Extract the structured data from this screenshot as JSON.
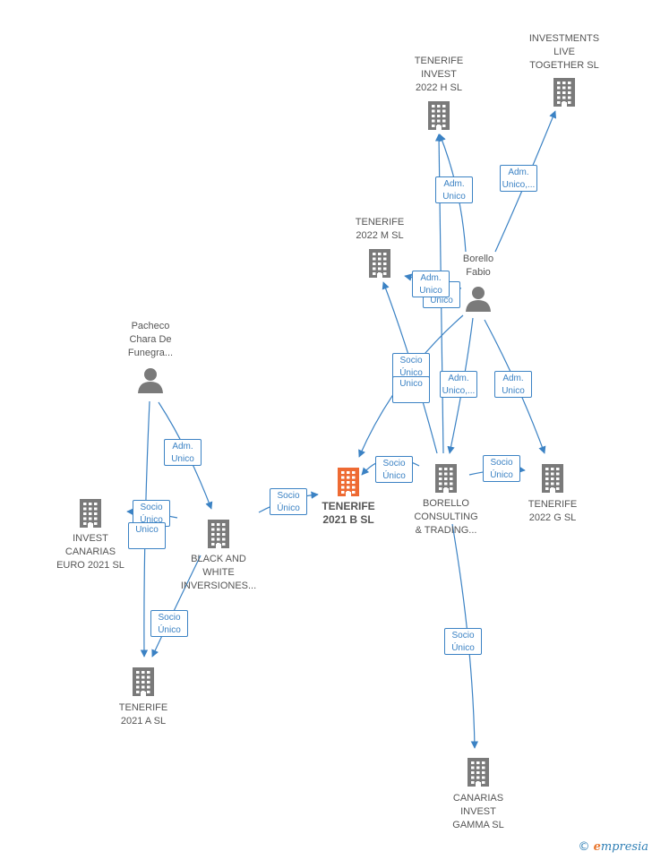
{
  "colors": {
    "edge": "#3b82c4",
    "company": "#7a7a7a",
    "focus_company": "#ee6a33",
    "person": "#7a7a7a"
  },
  "nodes": [
    {
      "id": "investments",
      "type": "company",
      "label": "INVESTMENTS\nLIVE\nTOGETHER  SL",
      "icon": "building-icon"
    },
    {
      "id": "tenerife_h",
      "type": "company",
      "label": "TENERIFE\nINVEST\n2022 H  SL",
      "icon": "building-icon"
    },
    {
      "id": "tenerife_m",
      "type": "company",
      "label": "TENERIFE\n2022 M  SL",
      "icon": "building-icon"
    },
    {
      "id": "borello_fabio",
      "type": "person",
      "label": "Borello\nFabio",
      "icon": "person-icon"
    },
    {
      "id": "pacheco",
      "type": "person",
      "label": "Pacheco\nChara De\nFunegra...",
      "icon": "person-icon"
    },
    {
      "id": "tenerife_b",
      "type": "company",
      "focus": true,
      "label": "TENERIFE\n2021 B  SL",
      "icon": "building-icon"
    },
    {
      "id": "borello_consulting",
      "type": "company",
      "label": "BORELLO\nCONSULTING\n& TRADING...",
      "icon": "building-icon"
    },
    {
      "id": "tenerife_g",
      "type": "company",
      "label": "TENERIFE\n2022 G  SL",
      "icon": "building-icon"
    },
    {
      "id": "invest_canarias",
      "type": "company",
      "label": "INVEST\nCANARIAS\nEURO 2021  SL",
      "icon": "building-icon"
    },
    {
      "id": "black_white",
      "type": "company",
      "label": "BLACK AND\nWHITE\nINVERSIONES...",
      "icon": "building-icon"
    },
    {
      "id": "tenerife_a",
      "type": "company",
      "label": "TENERIFE\n2021 A  SL",
      "icon": "building-icon"
    },
    {
      "id": "canarias_gamma",
      "type": "company",
      "label": "CANARIAS\nINVEST\nGAMMA  SL",
      "icon": "building-icon"
    }
  ],
  "edges": [
    {
      "from": "borello_fabio",
      "to": "investments",
      "label": "Adm.\nUnico,..."
    },
    {
      "from": "borello_fabio",
      "to": "tenerife_h",
      "label": "Adm.\nUnico"
    },
    {
      "from": "borello_fabio",
      "to": "tenerife_m",
      "label": "Adm.\nUnico"
    },
    {
      "from": "borello_fabio",
      "to": "tenerife_b",
      "label": "Socio\nÚnico"
    },
    {
      "from": "borello_fabio",
      "to": "borello_consulting",
      "label": "Adm.\nUnico,..."
    },
    {
      "from": "borello_fabio",
      "to": "tenerife_g",
      "label": "Adm.\nUnico"
    },
    {
      "from": "borello_consulting",
      "to": "tenerife_h",
      "label": ""
    },
    {
      "from": "borello_consulting",
      "to": "tenerife_m",
      "label": "Unico"
    },
    {
      "from": "borello_consulting",
      "to": "tenerife_b",
      "label": "Socio\nÚnico"
    },
    {
      "from": "borello_consulting",
      "to": "tenerife_g",
      "label": "Socio\nÚnico"
    },
    {
      "from": "borello_consulting",
      "to": "canarias_gamma",
      "label": "Socio\nÚnico"
    },
    {
      "from": "black_white",
      "to": "tenerife_b",
      "label": "Socio\nÚnico"
    },
    {
      "from": "black_white",
      "to": "invest_canarias",
      "label": "Socio\nÚnico"
    },
    {
      "from": "black_white",
      "to": "tenerife_a",
      "label": "Socio\nÚnico"
    },
    {
      "from": "pacheco",
      "to": "black_white",
      "label": "Adm.\nUnico"
    },
    {
      "from": "pacheco",
      "to": "tenerife_a",
      "label": "Unico"
    }
  ],
  "extra_labels": [
    {
      "label": "Unico"
    }
  ],
  "footer": {
    "copyright": "©",
    "brand_first": "e",
    "brand_rest": "mpresia"
  }
}
